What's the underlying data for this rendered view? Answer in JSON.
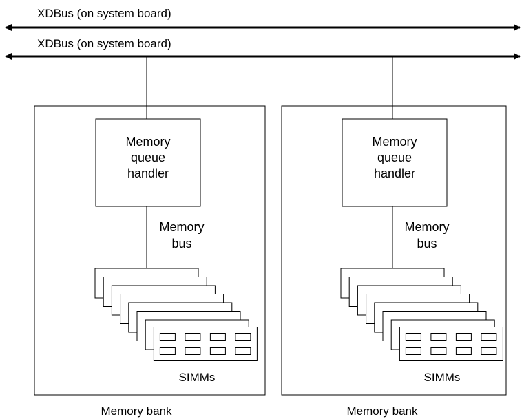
{
  "buses": [
    {
      "label": "XDBus (on system board)"
    },
    {
      "label": "XDBus (on system board)"
    }
  ],
  "banks": [
    {
      "handler_lines": [
        "Memory",
        "queue",
        "handler"
      ],
      "bus_lines": [
        "Memory",
        "bus"
      ],
      "simms_label": "SIMMs",
      "bank_label": "Memory bank"
    },
    {
      "handler_lines": [
        "Memory",
        "queue",
        "handler"
      ],
      "bus_lines": [
        "Memory",
        "bus"
      ],
      "simms_label": "SIMMs",
      "bank_label": "Memory bank"
    }
  ],
  "style": {
    "line_color": "#000000",
    "background": "#ffffff"
  }
}
